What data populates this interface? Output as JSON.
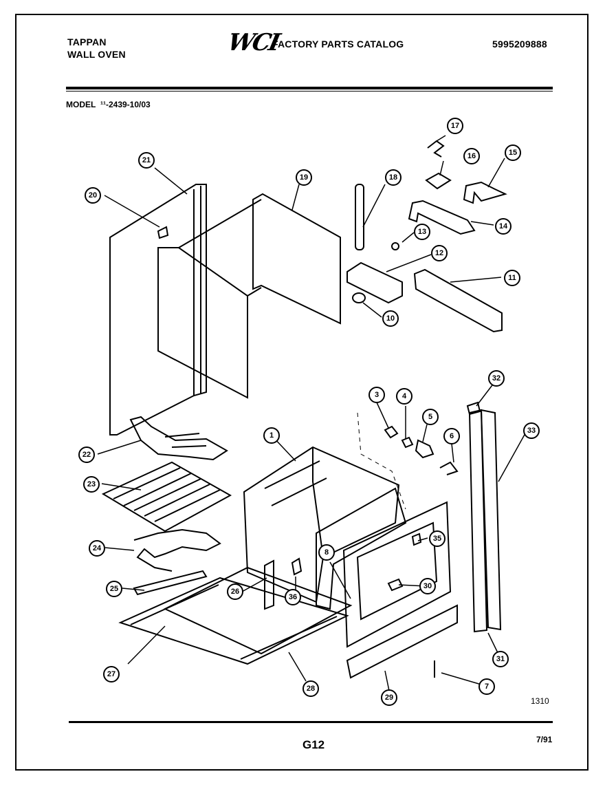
{
  "header": {
    "brand_line1": "TAPPAN",
    "brand_line2": "WALL OVEN",
    "logo": "WCI",
    "catalog_title": "FACTORY PARTS CATALOG",
    "catalog_number": "5995209888",
    "model_label": "MODEL",
    "model_value": "¹¹-2439-10/03"
  },
  "diagram": {
    "callouts": [
      "1",
      "3",
      "4",
      "5",
      "6",
      "7",
      "8",
      "10",
      "11",
      "12",
      "13",
      "14",
      "15",
      "16",
      "17",
      "18",
      "19",
      "20",
      "21",
      "22",
      "23",
      "24",
      "25",
      "26",
      "27",
      "28",
      "29",
      "30",
      "31",
      "32",
      "33",
      "35",
      "36"
    ],
    "drawing_code": "1310"
  },
  "footer": {
    "page": "G12",
    "date": "7/91"
  }
}
